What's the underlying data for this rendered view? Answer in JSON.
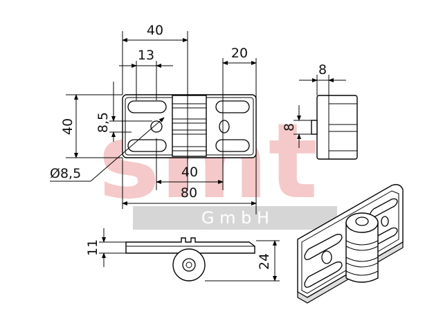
{
  "watermark": {
    "brand": "smt",
    "suffix": "G m b H",
    "brand_color": "#f4c4c4",
    "band_color": "#d6d6d6",
    "suffix_color": "#ffffff"
  },
  "dimensions": {
    "front_width_40": "40",
    "slot_13": "13",
    "end_20": "20",
    "height_40": "40",
    "hole_pitch_8_5": "8,5",
    "hole_diameter": "Ø8,5",
    "inner_40": "40",
    "total_80": "80",
    "side_8_top": "8",
    "side_8_left": "8",
    "bottom_11": "11",
    "bottom_24": "24"
  }
}
